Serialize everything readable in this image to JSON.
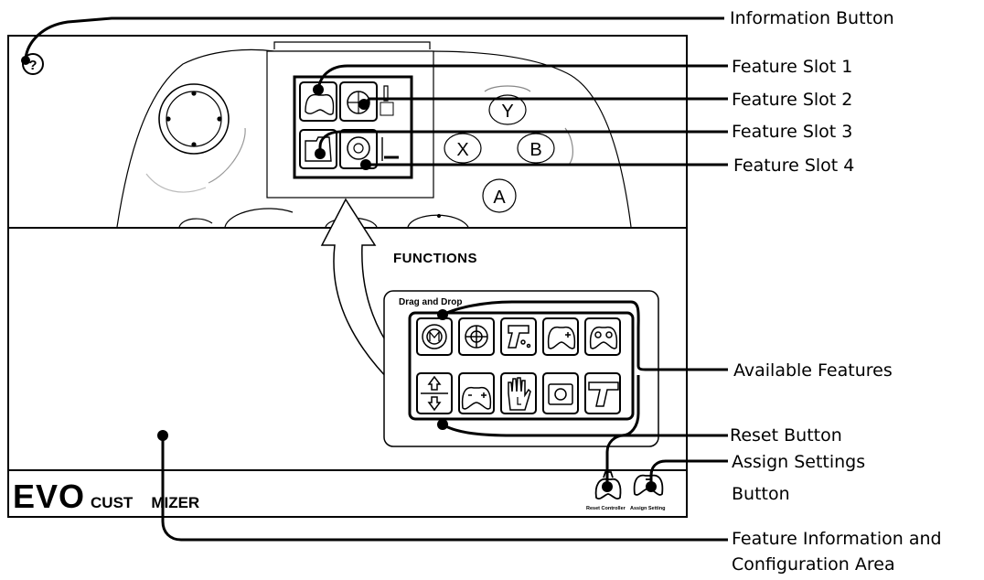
{
  "product": {
    "brand_big": "EVO",
    "brand_small": "CUST",
    "brand_small_tail": "MIZER"
  },
  "panel": {
    "functions_title": "FUNCTIONS",
    "drag_drop": "Drag and Drop"
  },
  "controller": {
    "face_buttons": [
      "Y",
      "X",
      "B",
      "A"
    ]
  },
  "callouts": {
    "information_button": "Information Button",
    "feature_slot_1": "Feature Slot 1",
    "feature_slot_2": "Feature Slot 2",
    "feature_slot_3": "Feature Slot 3",
    "feature_slot_4": "Feature Slot 4",
    "available_features": "Available Features",
    "reset_button": "Reset Button",
    "assign_settings_line1": "Assign Settings",
    "assign_settings_line2": "Button",
    "config_area_line1": "Feature Information and",
    "config_area_line2": "Configuration Area"
  },
  "buttons": {
    "reset_caption": "Reset Controller",
    "assign_caption": "Assign Setting"
  },
  "features": [
    {
      "icon": "gear-m-icon"
    },
    {
      "icon": "crosshair-icon"
    },
    {
      "icon": "gun-icon"
    },
    {
      "icon": "gamepad-plus-icon"
    },
    {
      "icon": "gamepad-ab-icon"
    },
    {
      "icon": "sensitivity-arrows-icon"
    },
    {
      "icon": "gamepad-minus-plus-icon"
    },
    {
      "icon": "hand-l-icon"
    },
    {
      "icon": "camera-icon"
    },
    {
      "icon": "rifle-auto-icon"
    }
  ]
}
